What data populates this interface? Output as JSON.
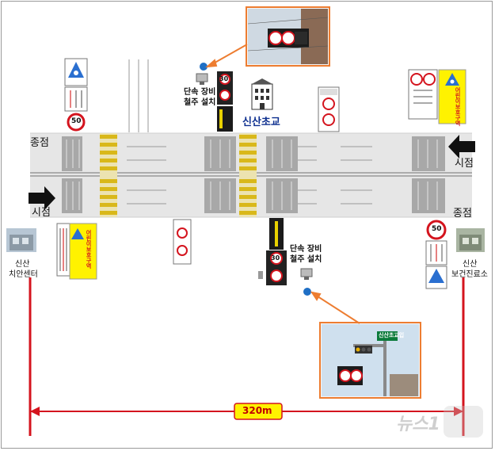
{
  "labels": {
    "start_left": "시점",
    "end_left": "종점",
    "start_right": "시점",
    "end_right": "종점",
    "school_name": "신산초교",
    "cam_top_line1": "단속 장비",
    "cam_top_line2": "철주 설치",
    "cam_bottom_line1": "단속 장비",
    "cam_bottom_line2": "철주 설치",
    "police_line1": "신산",
    "police_line2": "치안센터",
    "clinic_line1": "신산",
    "clinic_line2": "보건진료소",
    "distance": "320m",
    "photo_sign_text": "신산초교입",
    "zone_sign_text": "어린이보호구역",
    "speed_value": "30",
    "speed_value_alt": "50",
    "watermark": "뉴스1"
  },
  "colors": {
    "road": "#e6e6e6",
    "crosswalk_yellow": "#d9b81a",
    "distance_line": "#d4141e",
    "arrow_orange": "#ed7d31",
    "camera_dot": "#1f6fc5",
    "zone_yellow": "#fff200",
    "school_blue": "#0d2f8f",
    "frame_border": "#9a9a9a"
  },
  "icons": [
    "arrow-right-icon",
    "arrow-left-icon",
    "school-building-icon",
    "camera-pole-icon",
    "speed-limit-sign-icon",
    "child-zone-sign-icon",
    "building-photo-icon"
  ]
}
